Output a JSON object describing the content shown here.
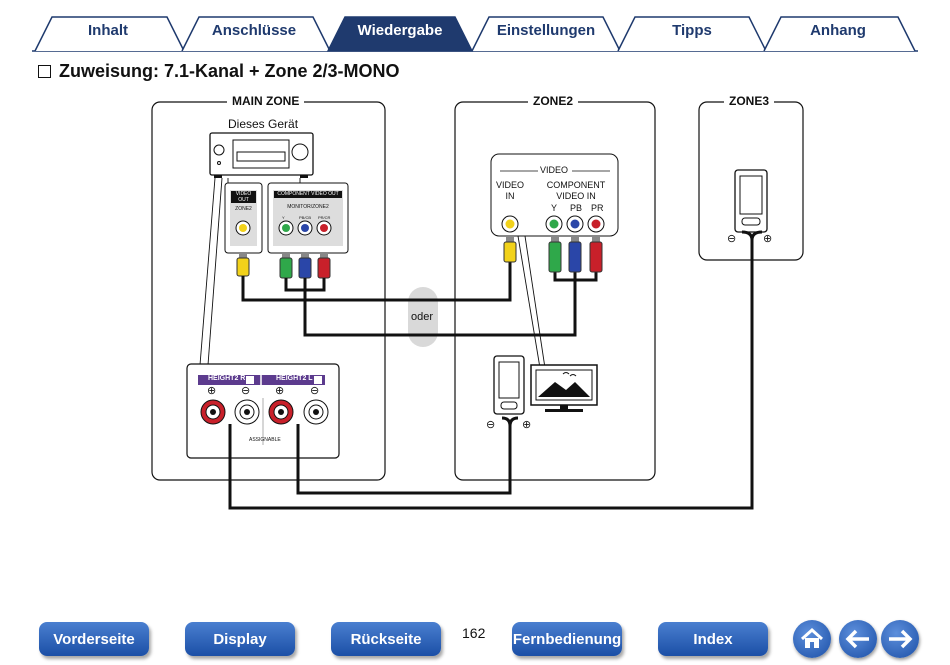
{
  "tabs": [
    "Inhalt",
    "Anschlüsse",
    "Wiedergabe",
    "Einstellungen",
    "Tipps",
    "Anhang"
  ],
  "active_tab": "Wiedergabe",
  "heading": "Zuweisung: 7.1-Kanal + Zone 2/3-MONO",
  "zones": {
    "main": "MAIN ZONE",
    "zone2": "ZONE2",
    "zone3": "ZONE3"
  },
  "device_label": "Dieses Gerät",
  "panel": {
    "video_out": "VIDEO OUT",
    "zone2": "ZONE2",
    "component_video_out": "COMPONENT VIDEO OUT",
    "monitor_zone2": "MONITOR/ZONE2",
    "y": "Y",
    "pb": "PB/CB",
    "pr": "PR/CR"
  },
  "speaker_terminals": {
    "height2_r": "HEIGHT2 R",
    "height2_l": "HEIGHT2 L",
    "assignable": "ASSIGNABLE"
  },
  "zone2_tv": {
    "video": "VIDEO",
    "video_in": "VIDEO IN",
    "component_video_in": "COMPONENT VIDEO IN",
    "y": "Y",
    "pb": "PB",
    "pr": "PR"
  },
  "oder": "oder",
  "plus": "⊕",
  "minus": "⊖",
  "page_number": "162",
  "nav": {
    "front": "Vorderseite",
    "display": "Display",
    "back": "Rückseite",
    "remote": "Fernbedienung",
    "index": "Index"
  },
  "icons": {
    "home": "home-icon",
    "prev": "arrow-left-icon",
    "next": "arrow-right-icon"
  },
  "colors": {
    "tab_blue": "#1f3a6e",
    "nav_blue": "#1b4fa6",
    "purple": "#5c3b8e",
    "yellow": "#f2d21a",
    "green": "#2fa84a",
    "blue": "#2a46a8",
    "red": "#c8202a",
    "oder_bg": "#d9d9d9"
  }
}
